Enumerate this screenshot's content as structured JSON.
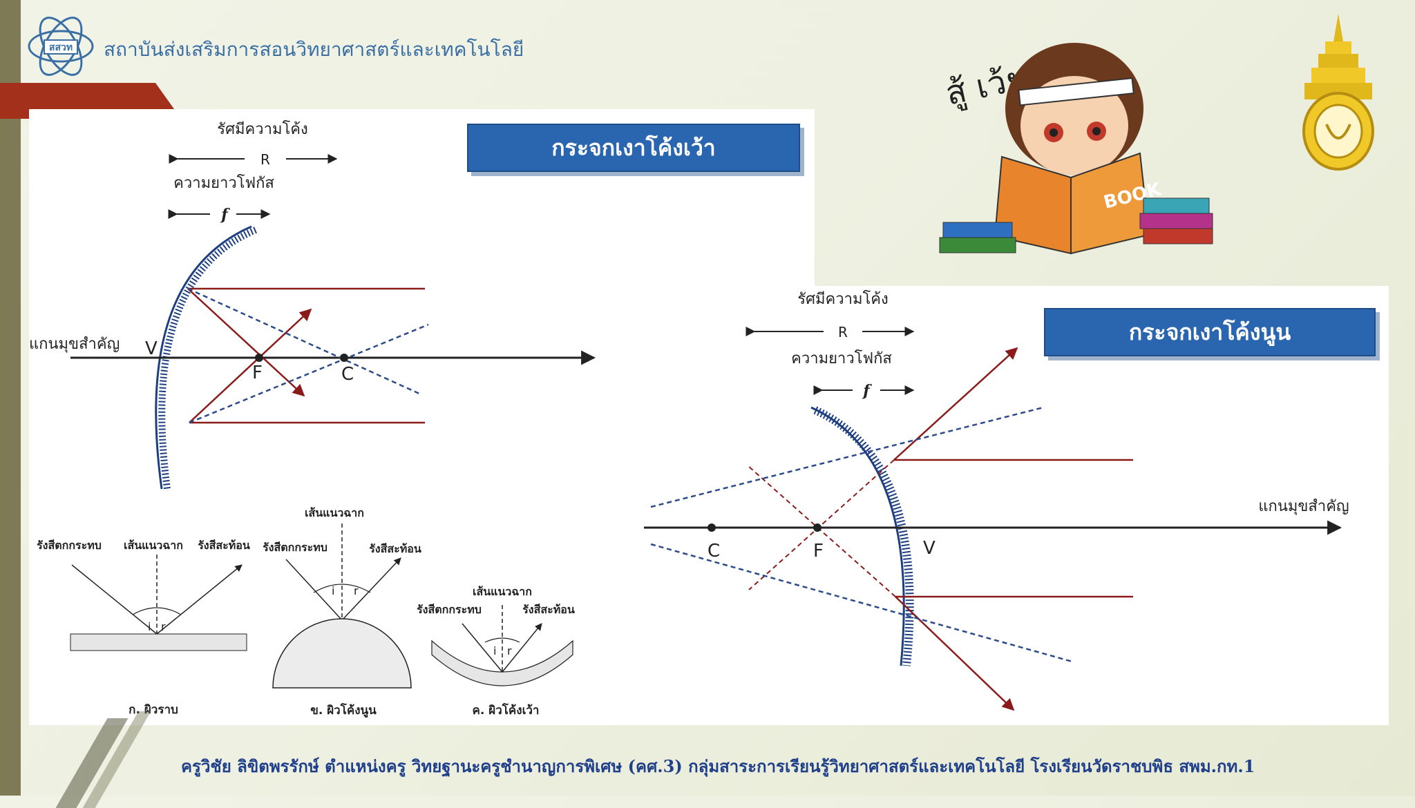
{
  "header": {
    "org_title": "สถาบันส่งเสริมการสอนวิทยาศาสตร์และเทคโนโลยี",
    "logo_text": "สสวท"
  },
  "mascot": {
    "exclamation": "สู้ เว้ย!!",
    "book_label": "BOOK"
  },
  "concave": {
    "title": "กระจกเงาโค้งเว้า",
    "radius_label": "รัศมีความโค้ง",
    "radius_symbol": "R",
    "focal_label": "ความยาวโฟกัส",
    "focal_symbol": "f",
    "axis_label": "แกนมุขสำคัญ",
    "vertex": "V",
    "focus": "F",
    "center": "C"
  },
  "convex": {
    "title": "กระจกเงาโค้งนูน",
    "radius_label": "รัศมีความโค้ง",
    "radius_symbol": "R",
    "focal_label": "ความยาวโฟกัส",
    "focal_symbol": "f",
    "axis_label": "แกนมุขสำคัญ",
    "vertex": "V",
    "focus": "F",
    "center": "C"
  },
  "reflection": {
    "flat": {
      "incident": "รังสีตกกระทบ",
      "normal": "เส้นแนวฉาก",
      "reflected": "รังสีสะท้อน",
      "i": "i",
      "r": "r",
      "caption": "ก. ผิวราบ"
    },
    "convex": {
      "incident": "รังสีตกกระทบ",
      "normal": "เส้นแนวฉาก",
      "reflected": "รังสีสะท้อน",
      "i": "i",
      "r": "r",
      "caption": "ข. ผิวโค้งนูน"
    },
    "concave": {
      "incident": "รังสีตกกระทบ",
      "normal": "เส้นแนวฉาก",
      "reflected": "รังสีสะท้อน",
      "i": "i",
      "r": "r",
      "caption": "ค. ผิวโค้งเว้า"
    }
  },
  "footer": {
    "text": "ครูวิชัย ลิขิตพรรักษ์ ตำแหน่งครู วิทยฐานะครูชำนาญการพิเศษ (คศ.3) กลุ่มสาระการเรียนรู้วิทยาศาสตร์และเทคโนโลยี โรงเรียนวัดราชบพิธ สพม.กท.1"
  },
  "colors": {
    "accent_blue": "#2a66b0",
    "ray_red": "#8b1a1a",
    "ray_blue": "#2b4a8c",
    "footer_blue": "#1f3f8a",
    "band": "#7d7a55"
  }
}
